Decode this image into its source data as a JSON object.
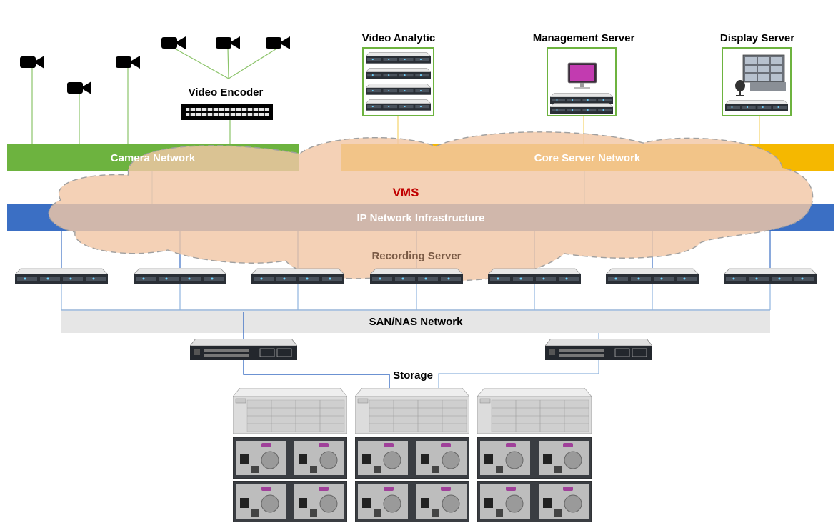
{
  "labels": {
    "video_analytic": "Video Analytic",
    "management_server": "Management Server",
    "display_server": "Display Server",
    "video_encoder": "Video Encoder",
    "camera_network": "Camera Network",
    "core_server_network": "Core Server Network",
    "vms": "VMS",
    "ip_network": "IP Network Infrastructure",
    "recording_server": "Recording Server",
    "san_nas": "SAN/NAS Network",
    "storage": "Storage"
  },
  "colors": {
    "camera_network": "#6db33f",
    "core_server_network": "#f5b800",
    "ip_network": "#3b6fc4",
    "cloud_fill": "#f2c7a6",
    "vms_text": "#c00000",
    "san_bar": "#e6e6e6",
    "green_link": "#8cc46a",
    "yellow_link": "#f5d36b",
    "blue_link": "#8fb4de"
  },
  "icons": {
    "camera": "security-camera-icon",
    "server": "rack-server-icon",
    "switch": "network-switch-icon",
    "storage": "storage-array-icon",
    "monitor": "monitor-icon",
    "control_room": "control-room-icon"
  }
}
